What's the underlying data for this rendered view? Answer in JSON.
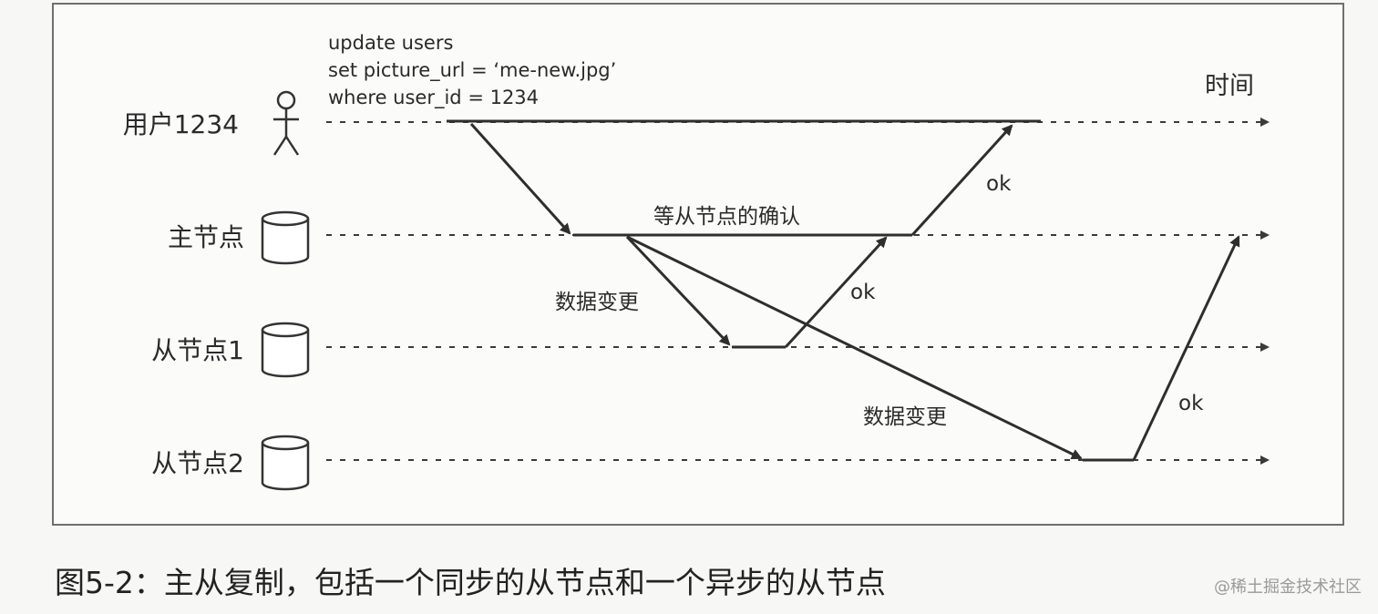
{
  "rows": [
    {
      "key": "user",
      "label": "用户1234",
      "icon": "person-icon"
    },
    {
      "key": "leader",
      "label": "主节点",
      "icon": "database-icon"
    },
    {
      "key": "follower1",
      "label": "从节点1",
      "icon": "database-icon"
    },
    {
      "key": "follower2",
      "label": "从节点2",
      "icon": "database-icon"
    }
  ],
  "sql": {
    "line1": "update users",
    "line2": "set picture_url = ‘me-new.jpg’",
    "line3": "where user_id = 1234"
  },
  "time_label": "时间",
  "annotations": {
    "wait_ack": "等从节点的确认",
    "ok_leader_to_user": "ok",
    "ok_follower1": "ok",
    "ok_follower2": "ok",
    "data_change_1": "数据变更",
    "data_change_2": "数据变更"
  },
  "caption": "图5-2：主从复制，包括一个同步的从节点和一个异步的从节点",
  "watermark": "@稀土掘金技术社区",
  "colors": {
    "line": "#2e2e2e",
    "text": "#2a2a2a",
    "frame": "#6f6f6f"
  }
}
